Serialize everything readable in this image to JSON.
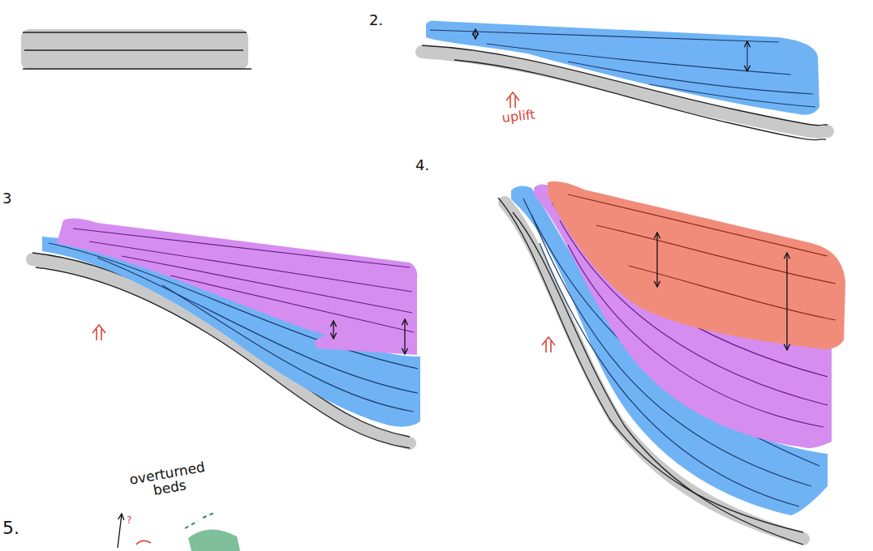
{
  "diagram": {
    "labels": [
      "2.",
      "uplift",
      "3",
      "4.",
      "5.",
      "overturned beds",
      "?"
    ]
  }
}
